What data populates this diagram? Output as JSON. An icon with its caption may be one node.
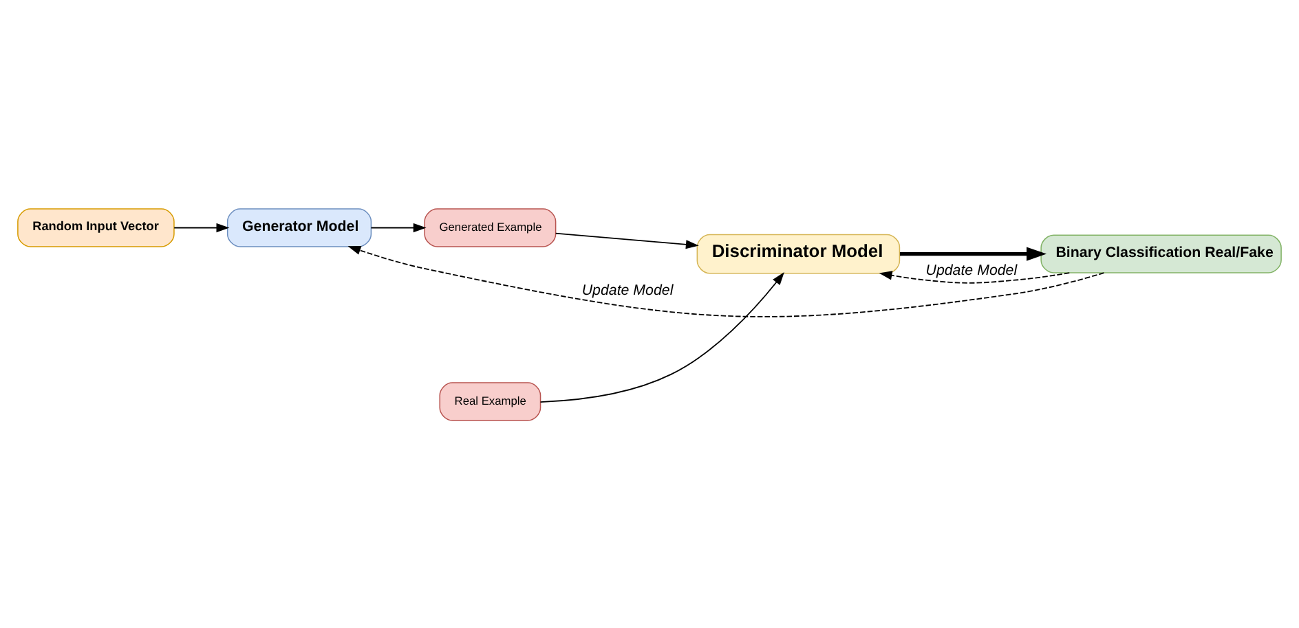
{
  "diagram": {
    "nodes": [
      {
        "text": [
          "Random Input Vector"
        ]
      },
      {
        "text": [
          "Generator Model"
        ]
      },
      {
        "text": [
          "Real Example"
        ]
      },
      {
        "text": [
          "Generated Example"
        ]
      },
      {
        "text": [
          "Discriminator Model"
        ]
      },
      {
        "text": [
          "Binary Classification Real/Fake"
        ]
      }
    ],
    "edges": [
      {
        "from": 0,
        "to": 1,
        "arrow": "to"
      },
      {
        "from": 1,
        "to": 3,
        "arrow": "to"
      },
      {
        "from": 2,
        "to": 4,
        "arrow": "to"
      },
      {
        "from": 3,
        "to": 4,
        "arrow": "to"
      },
      {
        "from": 4,
        "to": 5,
        "arrow": "to",
        "style": "thick"
      },
      {
        "from": 5,
        "to": 4,
        "arrow": "to",
        "style": "dashed",
        "label": "Update Model"
      },
      {
        "from": 5,
        "to": 1,
        "arrow": "to",
        "style": "dashed",
        "label": "Update Model"
      }
    ]
  }
}
